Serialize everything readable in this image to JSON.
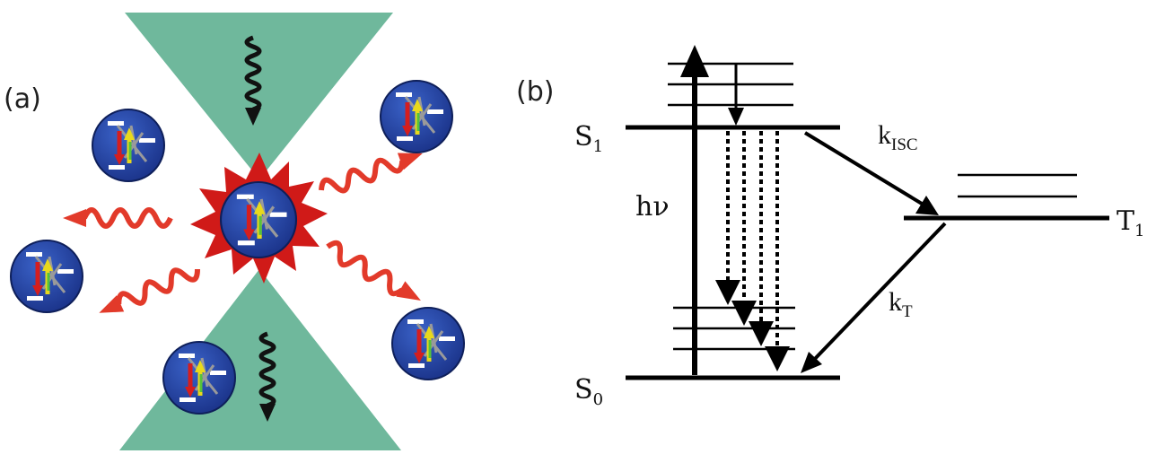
{
  "panel_a": {
    "label": "(a)"
  },
  "panel_b": {
    "label": "(b)",
    "levels": {
      "s1": {
        "main": "S",
        "sub": "1"
      },
      "s0": {
        "main": "S",
        "sub": "0"
      },
      "t1": {
        "main": "T",
        "sub": "1"
      }
    },
    "excitation": "hν",
    "rates": {
      "isc": {
        "main": "k",
        "sub": "ISC"
      },
      "triplet": {
        "main": "k",
        "sub": "T"
      }
    }
  },
  "colors": {
    "beam": "#6fb89c",
    "molecule": "#1e3d96",
    "emission": "#e23a2a",
    "burst": "#d01a18",
    "excitation_wave": "#111111",
    "dipole_red": "#d51e1e",
    "dipole_yellow": "#e8d91c",
    "dipole_green": "#55c23b"
  }
}
